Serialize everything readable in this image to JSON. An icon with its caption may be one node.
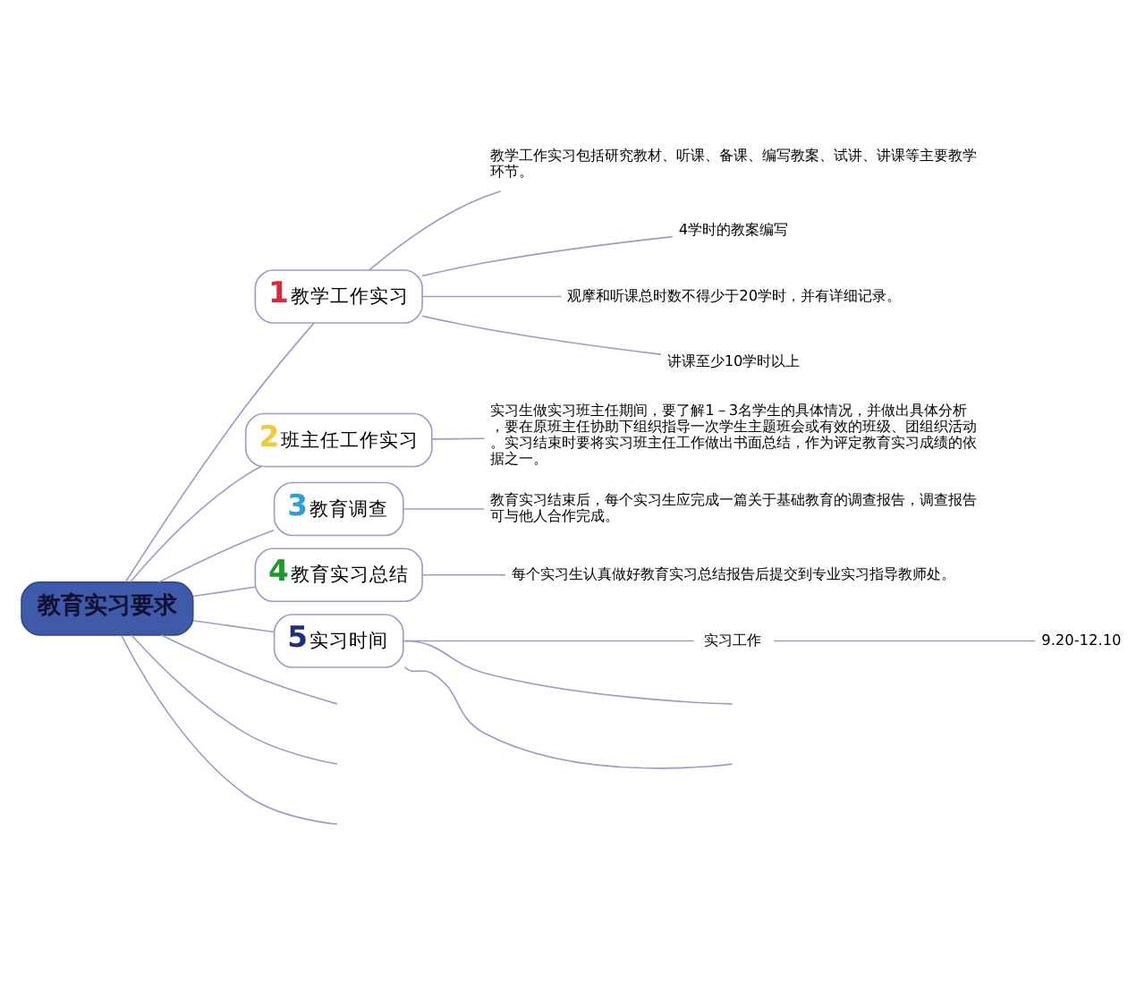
{
  "diagram": {
    "nodes": [
      {
        "text": [
          "教育实习要求"
        ]
      },
      {
        "text": [
          "1",
          "教学工作实习"
        ]
      },
      {
        "text": [
          "教学工作实习包括研究教材、听课、备课、编写教案、试讲、讲课等主要教学环节。"
        ]
      },
      {
        "text": [
          "4学时的教案编写"
        ]
      },
      {
        "text": [
          "观摩和听课总时数不得少于20学时，并有详细记录。"
        ]
      },
      {
        "text": [
          "讲课至少10学时以上"
        ]
      },
      {
        "text": [
          "2",
          "班主任工作实习"
        ]
      },
      {
        "text": [
          "实习生做实习班主任期间，要了解1－3名学生的具体情况，并做出具体分析，要在原班主任协助下组织指导一次学生主题班会或有效的班级、团组织活动。实习结束时要将实习班主任工作做出书面总结，作为评定教育实习成绩的依据之一。"
        ]
      },
      {
        "text": [
          "3",
          "教育调查"
        ]
      },
      {
        "text": [
          "教育实习结束后，每个实习生应完成一篇关于基础教育的调查报告，调查报告可与他人合作完成。"
        ]
      },
      {
        "text": [
          "4",
          "教育实习总结"
        ]
      },
      {
        "text": [
          "每个实习生认真做好教育实习总结报告后提交到专业实习指导教师处。"
        ]
      },
      {
        "text": [
          "5",
          "实习时间"
        ]
      },
      {
        "text": [
          "实习工作"
        ]
      },
      {
        "text": [
          "9.20-12.10"
        ]
      }
    ],
    "edges": [
      {
        "from": 0,
        "to": 1,
        "arrow": "none"
      },
      {
        "from": 0,
        "to": 6,
        "arrow": "none"
      },
      {
        "from": 0,
        "to": 8,
        "arrow": "none"
      },
      {
        "from": 0,
        "to": 10,
        "arrow": "none"
      },
      {
        "from": 0,
        "to": 12,
        "arrow": "none"
      },
      {
        "from": 0,
        "to": null,
        "arrow": "none"
      },
      {
        "from": 0,
        "to": null,
        "arrow": "none"
      },
      {
        "from": 0,
        "to": null,
        "arrow": "none"
      },
      {
        "from": 1,
        "to": 2,
        "arrow": "none"
      },
      {
        "from": 1,
        "to": 3,
        "arrow": "none"
      },
      {
        "from": 1,
        "to": 4,
        "arrow": "none"
      },
      {
        "from": 1,
        "to": 5,
        "arrow": "none"
      },
      {
        "from": 6,
        "to": 7,
        "arrow": "none"
      },
      {
        "from": 8,
        "to": 9,
        "arrow": "none"
      },
      {
        "from": 10,
        "to": 11,
        "arrow": "none"
      },
      {
        "from": 12,
        "to": 13,
        "arrow": "none"
      },
      {
        "from": 12,
        "to": null,
        "arrow": "none"
      },
      {
        "from": 12,
        "to": null,
        "arrow": "none"
      },
      {
        "from": 13,
        "to": 14,
        "arrow": "none"
      }
    ]
  }
}
